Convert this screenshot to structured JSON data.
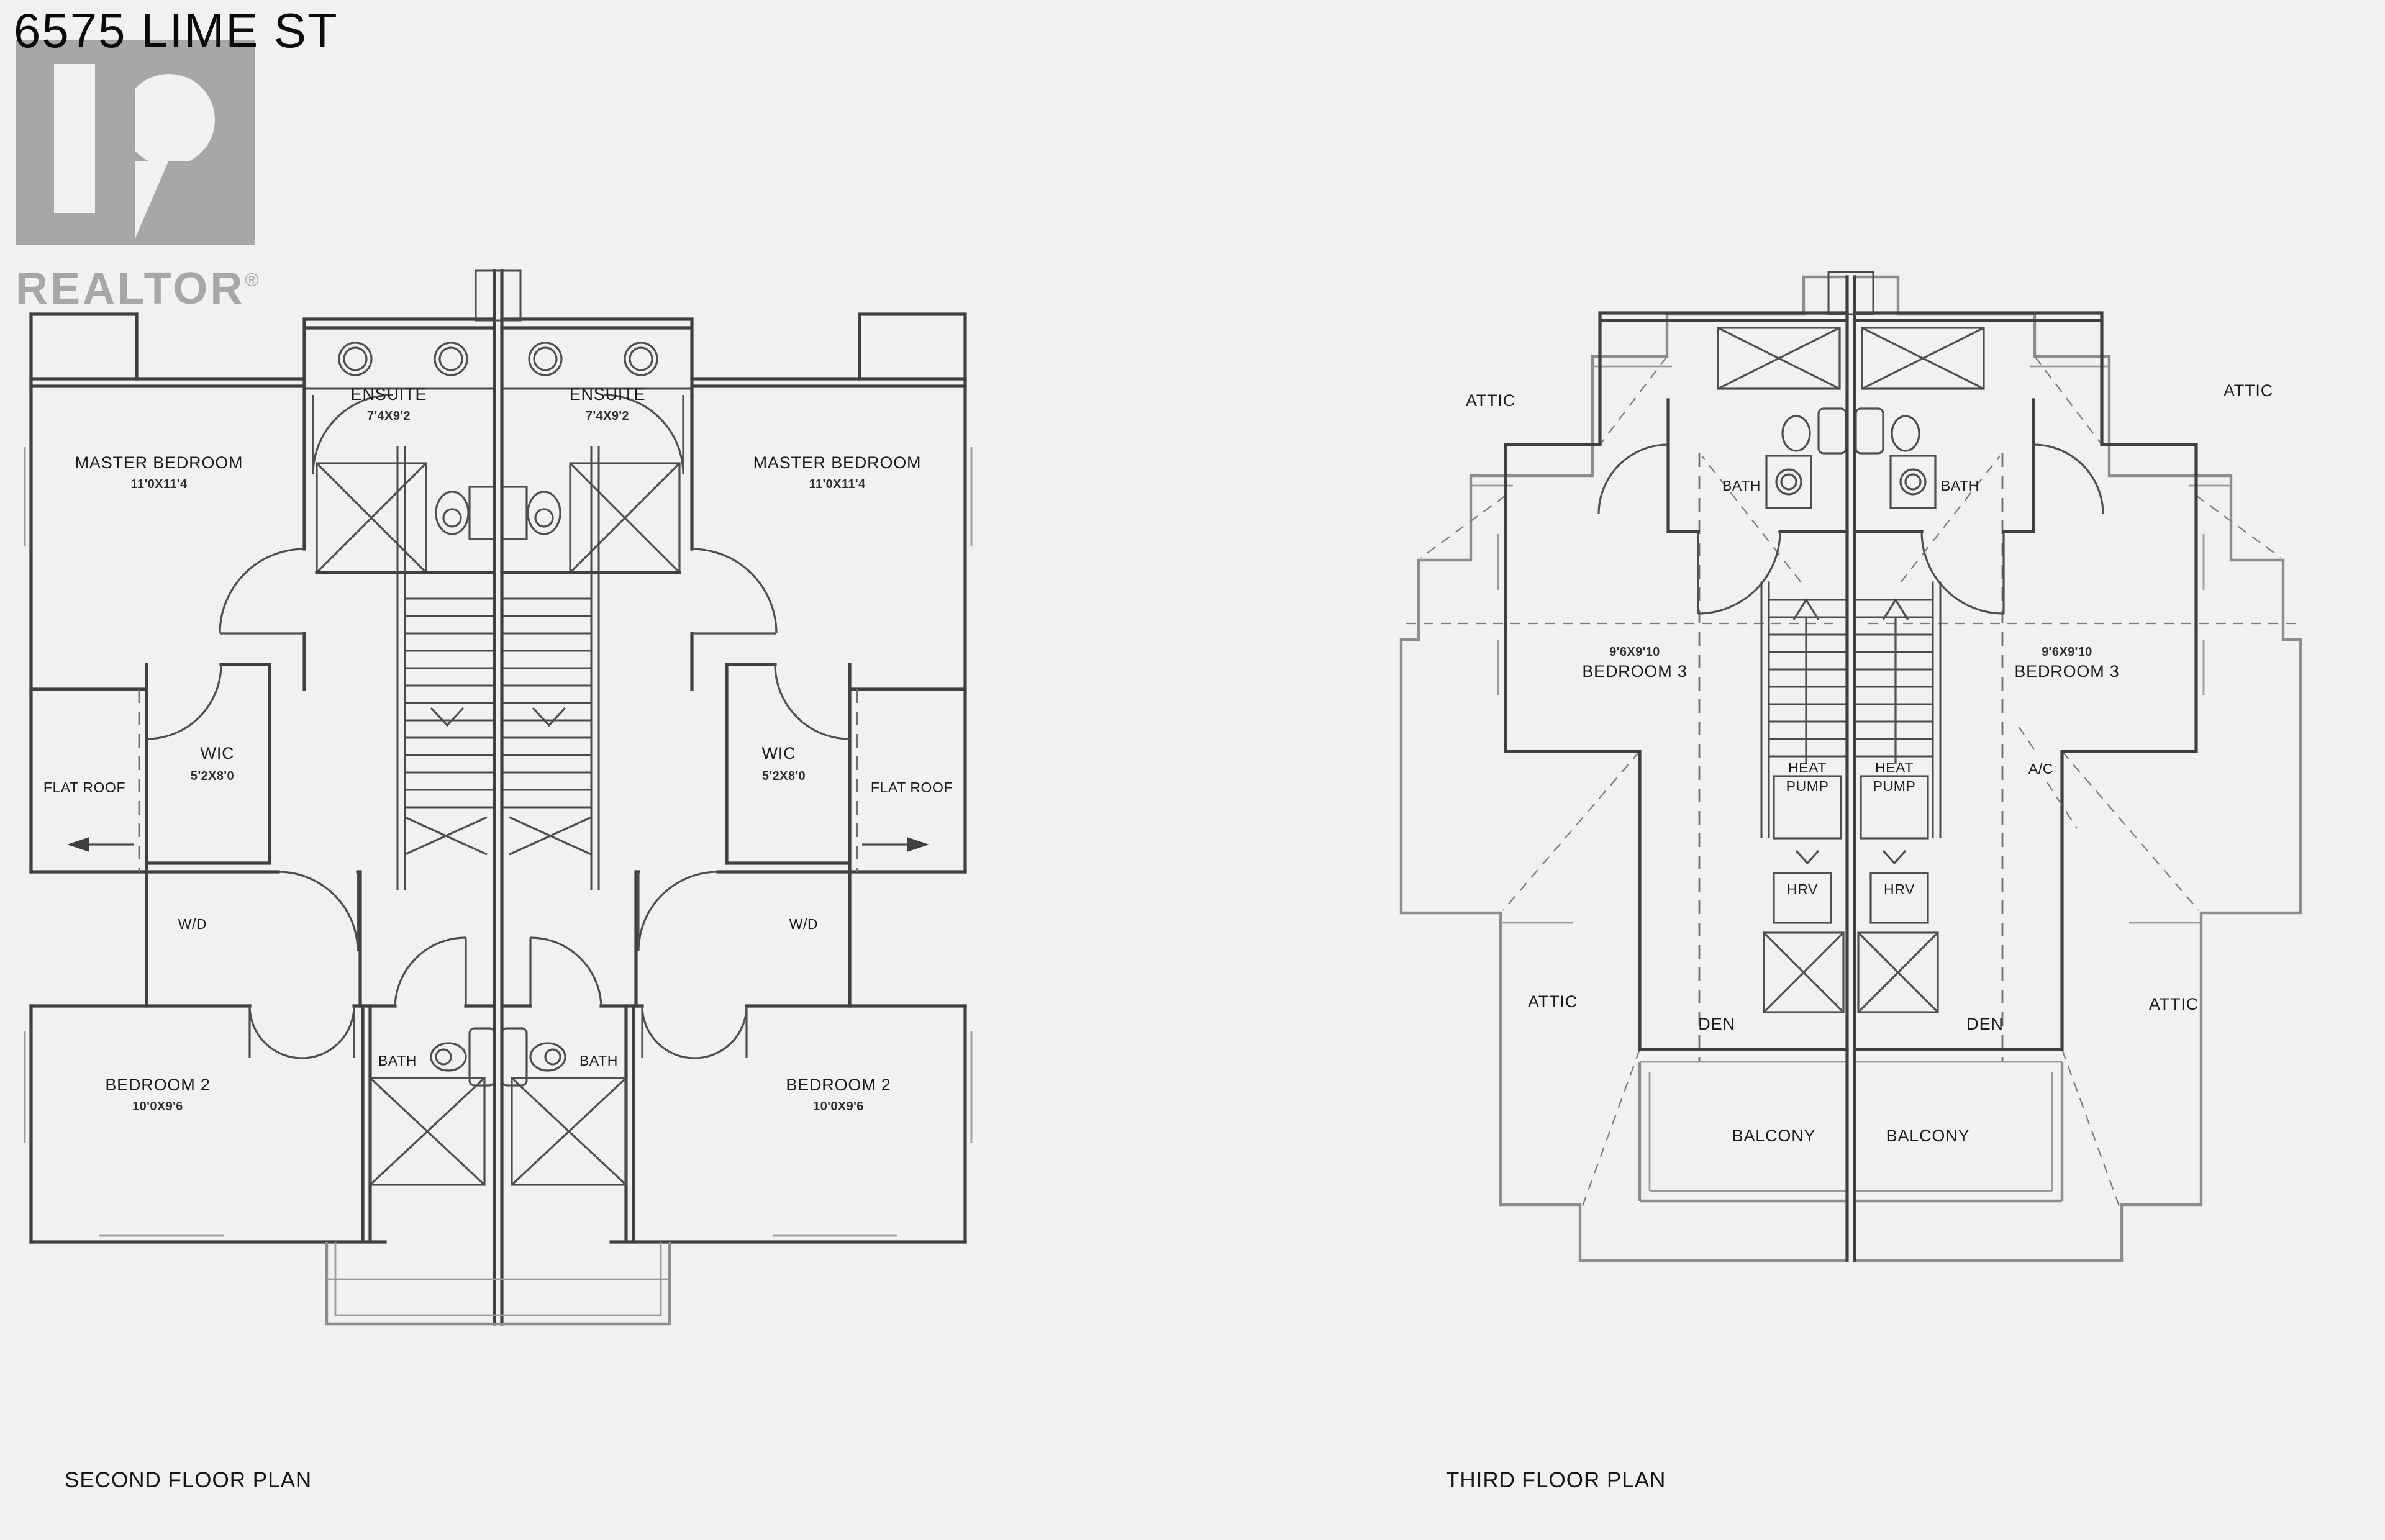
{
  "header": {
    "title": "6575 LIME ST"
  },
  "logo": {
    "wordmark": "REALTOR",
    "registered": "®"
  },
  "second_floor": {
    "caption": "SECOND FLOOR PLAN",
    "rooms": {
      "ensuite": {
        "name": "ENSUITE",
        "dim": "7'4X9'2"
      },
      "master": {
        "name": "MASTER BEDROOM",
        "dim": "11'0X11'4"
      },
      "wic": {
        "name": "WIC",
        "dim": "5'2X8'0"
      },
      "flat_roof": {
        "name": "FLAT ROOF"
      },
      "wd": {
        "name": "W/D"
      },
      "bedroom2": {
        "name": "BEDROOM 2",
        "dim": "10'0X9'6"
      },
      "bath": {
        "name": "BATH"
      }
    }
  },
  "third_floor": {
    "caption": "THIRD FLOOR PLAN",
    "rooms": {
      "attic": {
        "name": "ATTIC"
      },
      "bath": {
        "name": "BATH"
      },
      "bedroom3": {
        "name": "BEDROOM 3",
        "dim": "9'6X9'10"
      },
      "heat_pump": {
        "line1": "HEAT",
        "line2": "PUMP"
      },
      "ac": {
        "name": "A/C"
      },
      "hrv": {
        "name": "HRV"
      },
      "den": {
        "name": "DEN"
      },
      "balcony": {
        "name": "BALCONY"
      }
    }
  },
  "colors": {
    "background": "#f1f1f1",
    "line": "#3f3f3f",
    "gray_line": "#8d8d8d",
    "logo_gray": "#a7a7a7",
    "text": "#1b1b1b"
  }
}
